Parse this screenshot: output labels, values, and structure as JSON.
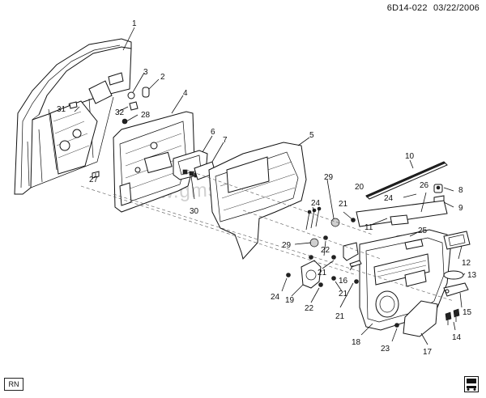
{
  "header": {
    "drawing_id": "6D14-022",
    "date": "03/22/2006"
  },
  "badge": {
    "label": "RN"
  },
  "watermark": {
    "text": "www.gmsklad.ru"
  },
  "logo": {
    "icon": "gm-vehicle-logo-icon"
  },
  "callouts": [
    "1",
    "2",
    "3",
    "4",
    "5",
    "6",
    "7",
    "8",
    "9",
    "10",
    "11",
    "12",
    "13",
    "14",
    "15",
    "16",
    "17",
    "18",
    "19",
    "20",
    "21",
    "22",
    "23",
    "24",
    "25",
    "26",
    "27",
    "28",
    "29",
    "30",
    "31",
    "32"
  ],
  "labels": [
    {
      "text": "1"
    },
    {
      "text": "2"
    },
    {
      "text": "3"
    },
    {
      "text": "32"
    },
    {
      "text": "31"
    },
    {
      "text": "28"
    },
    {
      "text": "4"
    },
    {
      "text": "27"
    },
    {
      "text": "6"
    },
    {
      "text": "7"
    },
    {
      "text": "5"
    },
    {
      "text": "30"
    },
    {
      "text": "24"
    },
    {
      "text": "29"
    },
    {
      "text": "20"
    },
    {
      "text": "21"
    },
    {
      "text": "24"
    },
    {
      "text": "26"
    },
    {
      "text": "10"
    },
    {
      "text": "8"
    },
    {
      "text": "9"
    },
    {
      "text": "11"
    },
    {
      "text": "25"
    },
    {
      "text": "22"
    },
    {
      "text": "29"
    },
    {
      "text": "21"
    },
    {
      "text": "21"
    },
    {
      "text": "12"
    },
    {
      "text": "13"
    },
    {
      "text": "16"
    },
    {
      "text": "24"
    },
    {
      "text": "19"
    },
    {
      "text": "22"
    },
    {
      "text": "15"
    },
    {
      "text": "21"
    },
    {
      "text": "14"
    },
    {
      "text": "18"
    },
    {
      "text": "23"
    },
    {
      "text": "17"
    }
  ]
}
